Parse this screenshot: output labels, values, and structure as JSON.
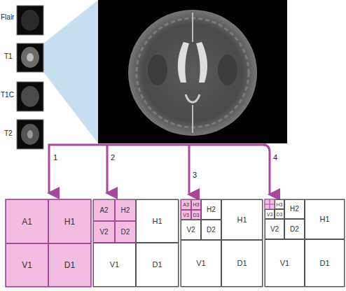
{
  "diagram": {
    "nodes": [
      {
        "text": [
          "A1"
        ]
      },
      {
        "text": [
          "H1"
        ]
      },
      {
        "text": [
          "V1"
        ]
      },
      {
        "text": [
          "D1"
        ]
      },
      {
        "text": [
          "A2"
        ]
      },
      {
        "text": [
          "H2"
        ]
      },
      {
        "text": [
          "V2"
        ]
      },
      {
        "text": [
          "D2"
        ]
      },
      {
        "text": [
          "H1"
        ]
      },
      {
        "text": [
          "V1"
        ]
      },
      {
        "text": [
          "D1"
        ]
      },
      {
        "text": [
          "A3"
        ]
      },
      {
        "text": [
          "H3"
        ]
      },
      {
        "text": [
          "V3"
        ]
      },
      {
        "text": [
          "D3"
        ]
      },
      {
        "text": [
          "H2"
        ]
      },
      {
        "text": [
          "V2"
        ]
      },
      {
        "text": [
          "D2"
        ]
      },
      {
        "text": [
          "H1"
        ]
      },
      {
        "text": [
          "V1"
        ]
      },
      {
        "text": [
          "D1"
        ]
      },
      {
        "text": [
          "H3"
        ]
      },
      {
        "text": [
          "V3"
        ]
      },
      {
        "text": [
          "D3"
        ]
      },
      {
        "text": [
          "H2"
        ]
      },
      {
        "text": [
          "V2"
        ]
      },
      {
        "text": [
          "D2"
        ]
      },
      {
        "text": [
          "H1"
        ]
      },
      {
        "text": [
          "V1"
        ]
      },
      {
        "text": [
          "D1"
        ]
      }
    ],
    "labels": [
      "Flair",
      "T1",
      "T1C",
      "T2",
      "1",
      "2",
      "3",
      "4"
    ]
  }
}
